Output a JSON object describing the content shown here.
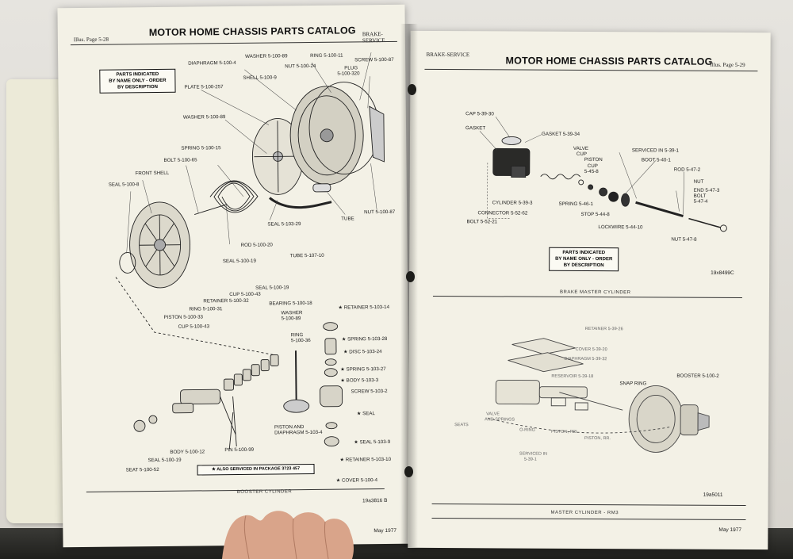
{
  "left_page": {
    "header": {
      "illus": "Illus. Page 5-28",
      "title": "MOTOR HOME CHASSIS PARTS CATALOG",
      "section": "BRAKE-SERVICE"
    },
    "note": [
      "PARTS INDICATED",
      "BY NAME ONLY - ORDER",
      "BY DESCRIPTION"
    ],
    "labels": {
      "washer_top": "WASHER 5-100-89",
      "ring_top": "RING 5-100-11",
      "screw_top": "SCREW 5-100-87",
      "diaphragm": "DIAPHRAGM 5-100-4",
      "nut_top": "NUT 5-100-24",
      "plug": "PLUG",
      "plug_num": "5-100-320",
      "shell": "SHELL 5-100-9",
      "plate": "PLATE 5-100-257",
      "washer_mid": "WASHER 5-100-89",
      "spring": "SPRING 5-100-15",
      "bolt": "BOLT 5-100-65",
      "front_shell": "FRONT SHELL",
      "seal_left": "SEAL 5-100-8",
      "seal_103": "SEAL 5-103-29",
      "tube_label": "TUBE",
      "nut_87": "NUT 5-100-87",
      "rod": "ROD 5-100-20",
      "seal_19": "SEAL 5-100-19",
      "tube_107": "TUBE 5-107-10",
      "seal_19b": "SEAL 5-100-19",
      "cup_43": "CUP 5-100-43",
      "retainer_32": "RETAINER 5-100-32",
      "bearing": "BEARING 5-100-18",
      "ring_31": "RING 5-100-31",
      "washer_89b": "WASHER",
      "washer_89b_num": "5-100-89",
      "piston": "PISTON 5-100-33",
      "cup_43b": "CUP 5-100-43",
      "ring_36": "RING",
      "ring_36_num": "5-100-36",
      "retainer_14": "RETAINER 5-103-14",
      "spring_28": "SPRING 5-103-28",
      "disc": "DISC 5-103-24",
      "spring_27": "SPRING 5-103-27",
      "body_3": "BODY 5-103-3",
      "screw_2": "SCREW 5-103-2",
      "seal_star": "SEAL",
      "seal_9": "SEAL 5-103-9",
      "retainer_10": "RETAINER 5-103-10",
      "cover": "COVER 5-100-4",
      "piston_diaphragm": "PISTON AND",
      "piston_diaphragm2": "DIAPHRAGM 5-103-4",
      "pin": "PIN 5-100-99",
      "body_12": "BODY 5-100-12",
      "seal_19c": "SEAL 5-100-19",
      "seat": "SEAT 5-100-52",
      "also_serviced": "★ ALSO SERVICED IN PACKAGE 3723 457"
    },
    "caption": "BOOSTER CYLINDER",
    "figure_no": "19a3816 B",
    "date": "May 1977"
  },
  "right_page": {
    "header": {
      "section": "BRAKE-SERVICE",
      "title": "MOTOR HOME CHASSIS PARTS CATALOG",
      "illus": "Illus. Page 5-29"
    },
    "labels": {
      "cap": "CAP 5-39-30",
      "gasket": "GASKET",
      "gasket_34": "GASKET 5-39-34",
      "valve": "VALVE",
      "cup": "CUP",
      "piston": "PISTON",
      "cup_8": "CUP",
      "cup_8_num": "5-45-8",
      "serviced_in": "SERVICED IN 5-39-1",
      "boot": "BOOT 5-40-1",
      "rod": "ROD 5-47-2",
      "nut": "NUT",
      "end": "END 5-47-3",
      "bolt": "BOLT",
      "bolt_num": "5-47-4",
      "cylinder": "CYLINDER 5-39-3",
      "spring": "SPRING 5-46-1",
      "stop": "STOP 5-44-8",
      "connector": "CONNECTOR 5-52-62",
      "lockwire": "LOCKWIRE 5-44-10",
      "bolt_52": "BOLT 5-52-21",
      "nut_8": "NUT 5-47-8"
    },
    "note": [
      "PARTS INDICATED",
      "BY NAME ONLY - ORDER",
      "BY DESCRIPTION"
    ],
    "figure_no_1": "19x8499C",
    "caption_1": "BRAKE MASTER CYLINDER",
    "labels2": {
      "retainer": "RETAINER 5-39-26",
      "cover": "COVER 5-39-20",
      "diaphragm": "DIAPHRAGM 5-39-32",
      "reservoir": "RESERVOIR 5-39-18",
      "snap_ring": "SNAP RING",
      "booster": "BOOSTER 5-100-2",
      "valve_springs": "VALVE",
      "valve_springs2": "AND SPRINGS",
      "seats": "SEATS",
      "oring": "O-RING",
      "piston_pri": "PISTON, PRI.",
      "piston_rr": "PISTON, RR.",
      "serviced_in": "SERVICED IN",
      "serviced_in_num": "5-39-1"
    },
    "figure_no_2": "19a5011",
    "caption_2": "MASTER CYLINDER - RM3",
    "date": "May 1977"
  }
}
